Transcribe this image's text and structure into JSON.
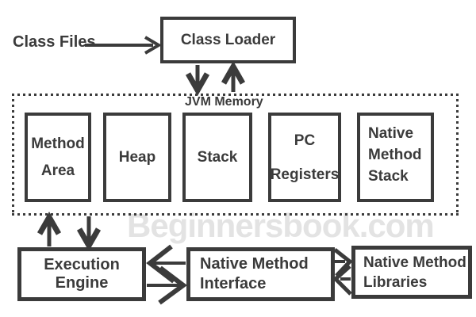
{
  "colors": {
    "ink": "#3b3b3b",
    "watermark_gray": "#e3e3e3",
    "background": "#ffffff"
  },
  "top": {
    "class_files_label": "Class Files",
    "class_loader_label": "Class Loader"
  },
  "jvm_memory": {
    "label": "JVM Memory",
    "boxes": [
      {
        "name": "method-area",
        "lines": [
          "Method",
          "Area"
        ]
      },
      {
        "name": "heap",
        "lines": [
          "Heap"
        ]
      },
      {
        "name": "stack",
        "lines": [
          "Stack"
        ]
      },
      {
        "name": "pc-registers",
        "lines": [
          "PC",
          "Registers"
        ]
      },
      {
        "name": "native-method-stack",
        "lines": [
          "Native",
          "Method",
          "Stack"
        ]
      }
    ]
  },
  "bottom": {
    "execution_engine_label": "Execution Engine",
    "native_method_interface_lines": [
      "Native Method",
      "Interface"
    ],
    "native_method_libraries_lines": [
      "Native Method",
      "Libraries"
    ]
  },
  "watermark": "Beginnersbook.com",
  "connections": [
    {
      "name": "class-files-to-class-loader",
      "direction": "right"
    },
    {
      "name": "class-loader-to-jvm-memory",
      "direction": "down"
    },
    {
      "name": "jvm-memory-to-class-loader",
      "direction": "up"
    },
    {
      "name": "jvm-memory-to-execution-engine",
      "direction": "up"
    },
    {
      "name": "execution-engine-to-jvm-memory",
      "direction": "down"
    },
    {
      "name": "execution-engine-native-method-interface",
      "direction": "bidirectional"
    },
    {
      "name": "native-method-interface-native-method-libraries",
      "direction": "bidirectional"
    }
  ]
}
